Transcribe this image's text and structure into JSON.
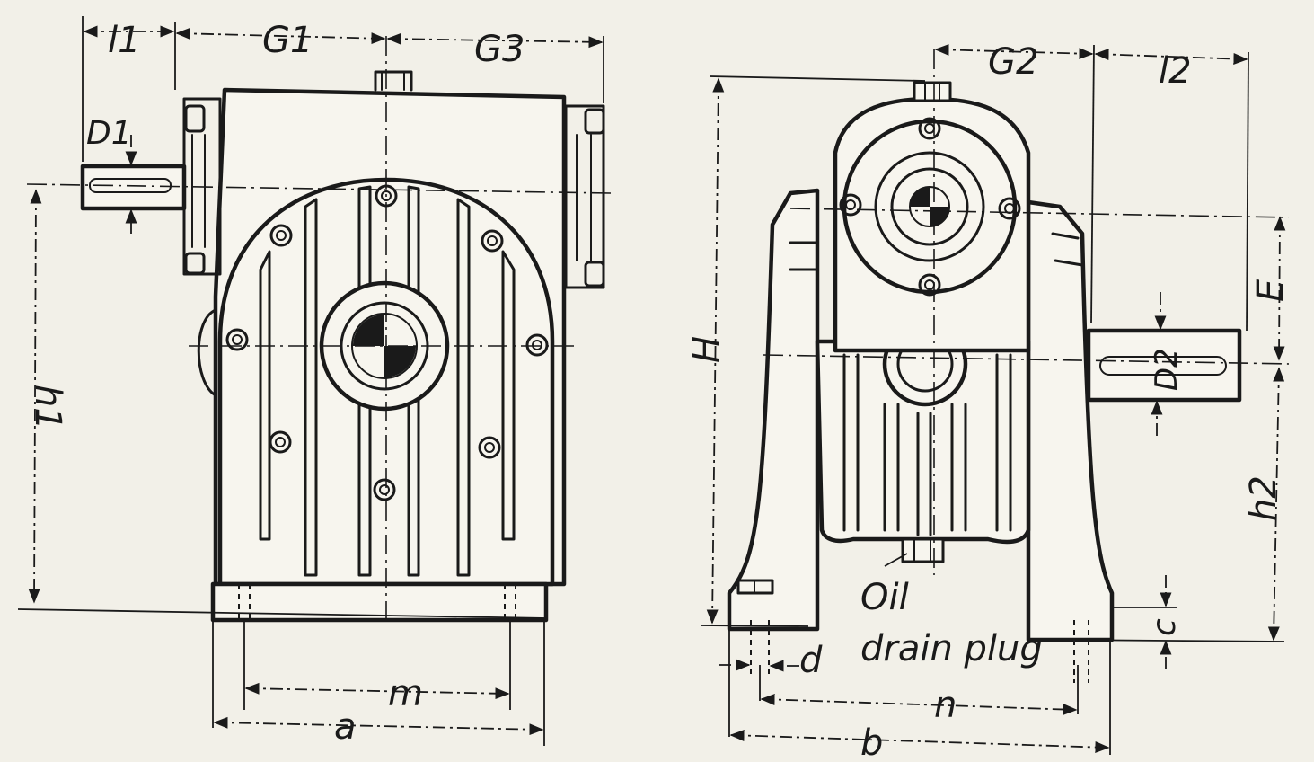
{
  "front_view": {
    "labels": {
      "l1": "l1",
      "G1": "G1",
      "G3": "G3",
      "D1": "D1",
      "h1": "h1",
      "m": "m",
      "a": "a"
    }
  },
  "side_view": {
    "labels": {
      "G2": "G2",
      "l2": "l2",
      "H": "H",
      "E": "E",
      "D2": "D2",
      "h2": "h2",
      "c": "c",
      "d": "d",
      "n": "n",
      "b": "b"
    },
    "note_line1": "Oil",
    "note_line2": "drain plug"
  }
}
